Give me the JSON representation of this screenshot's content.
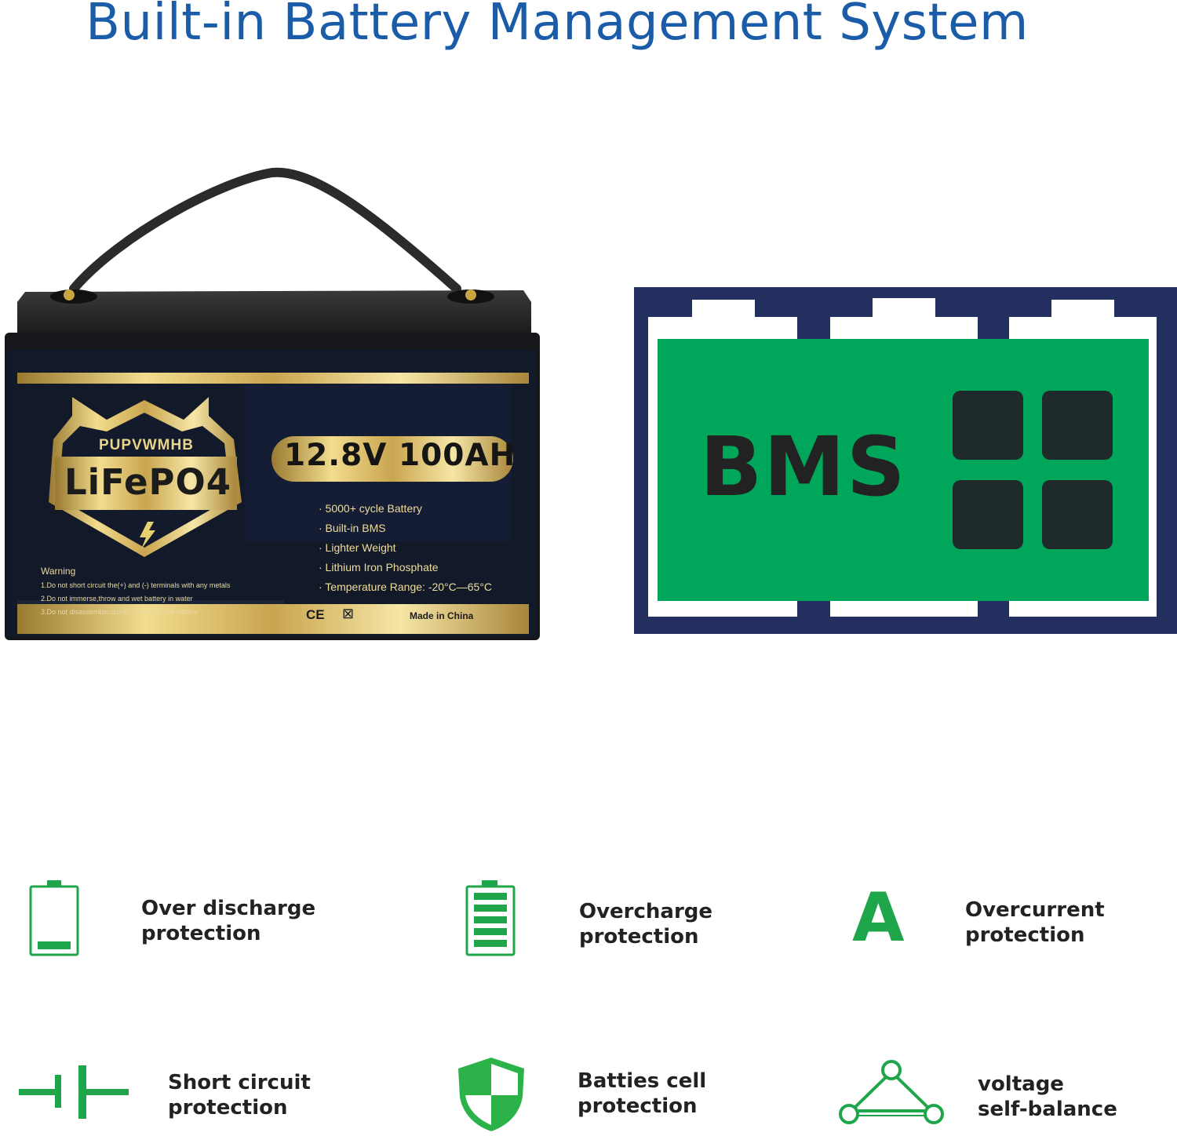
{
  "title": "Built-in Battery Management System",
  "battery": {
    "brand": "PUPVWMHB",
    "chemistry": "LiFePO4",
    "rating": "12.8V 100AH",
    "features": [
      "· 5000+ cycle Battery",
      "· Built-in BMS",
      "· Lighter  Weight",
      "· Lithium Iron Phosphate",
      "· Temperature Range: -20°C—65°C"
    ],
    "warning_title": "Warning",
    "warnings": [
      "1.Do not short circuit the(+) and (-) terminals with any metals",
      "2.Do not immerse,throw and wet battery in water",
      "3.Do not disassemble.crush. Or modify the battery"
    ],
    "ce_mark": "CE",
    "origin": "Made in China"
  },
  "bms": {
    "label": "BMS"
  },
  "colors": {
    "title": "#1a5ca8",
    "accent_green": "#1fa64a",
    "bms_green": "#00a65a",
    "bms_navy": "#23305f"
  },
  "protections": [
    {
      "icon": "battery-low-icon",
      "line1": "Over discharge",
      "line2": "protection"
    },
    {
      "icon": "battery-full-icon",
      "line1": "Overcharge",
      "line2": "protection"
    },
    {
      "icon": "ampere-icon",
      "symbol": "A",
      "line1": "Overcurrent",
      "line2": "protection"
    },
    {
      "icon": "short-circuit-icon",
      "line1": "Short circuit",
      "line2": "protection"
    },
    {
      "icon": "shield-icon",
      "line1": "Batties cell",
      "line2": "protection"
    },
    {
      "icon": "balance-triangle-icon",
      "line1": "voltage",
      "line2": "self-balance"
    }
  ]
}
